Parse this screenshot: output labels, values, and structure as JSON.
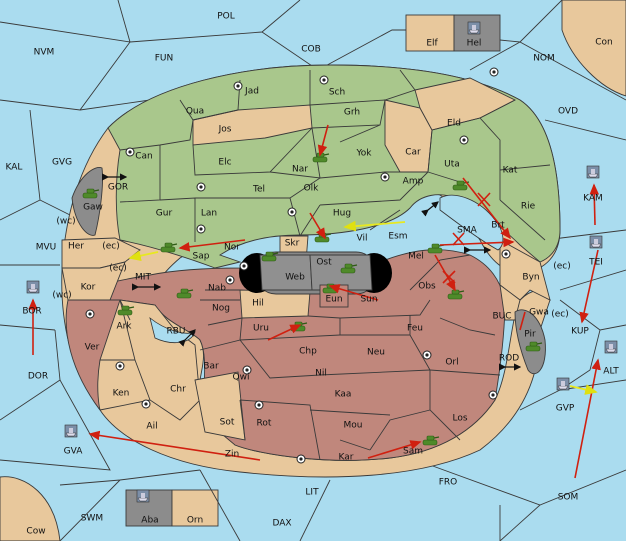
{
  "colors": {
    "sea": "#aadcef",
    "land": "#e8c89c",
    "green": "#a9c78c",
    "red": "#c0877c",
    "grey": "#8c8c8c",
    "arrow": "#d02010",
    "yellow": "#f0f020",
    "unit": "#4f8a2a"
  },
  "labels": {
    "pol": "POL",
    "nvm": "NVM",
    "fun": "FUN",
    "cob": "COB",
    "elf": "Elf",
    "hel": "Hel",
    "nom": "NOM",
    "con": "Con",
    "ovd": "OVD",
    "kal": "KAL",
    "gvg": "GVG",
    "jad": "Jad",
    "sch": "Sch",
    "qua": "Qua",
    "grh": "Grh",
    "jos": "Jos",
    "eld": "Eld",
    "can": "Can",
    "nar": "Nar",
    "yok": "Yok",
    "car": "Car",
    "uta": "Uta",
    "kat": "Kat",
    "elc": "Elc",
    "amp": "Amp",
    "gor": "GOR",
    "tel": "Tel",
    "olk": "Olk",
    "rie": "Rie",
    "kam": "KAM",
    "gaw": "Gaw",
    "gur": "Gur",
    "lan": "Lan",
    "hug": "Hug",
    "sma": "SMA",
    "brt": "Brt",
    "wc1": "(wc)",
    "her": "Her",
    "ec1": "(ec)",
    "nor": "Nor",
    "vil": "Vil",
    "esm": "Esm",
    "mvu": "MVU",
    "sap": "Sap",
    "skr": "Skr",
    "ost": "Ost",
    "mel": "Mel",
    "byn": "Byn",
    "ec2": "(ec)",
    "tei": "TEI",
    "ec3": "(ec)",
    "web": "Web",
    "kor": "Kor",
    "mit": "MIT",
    "wc2": "(wc)",
    "nab": "Nab",
    "obs": "Obs",
    "eun": "Eun",
    "sun": "Sun",
    "bor": "BOR",
    "hil": "Hil",
    "gwa": "Gwa",
    "ec4": "(ec)",
    "buc": "BUC",
    "ark": "Ark",
    "nog": "Nog",
    "kup": "KUP",
    "pir": "Pir",
    "rbu": "RBU",
    "uru": "Uru",
    "feu": "Feu",
    "ver": "Ver",
    "chp": "Chp",
    "neu": "Neu",
    "orl": "Orl",
    "rod": "ROD",
    "bar": "Bar",
    "alt": "ALT",
    "dor": "DOR",
    "qwi": "Qwi",
    "nil": "Nil",
    "ken": "Ken",
    "chr": "Chr",
    "kaa": "Kaa",
    "gvp": "GVP",
    "los": "Los",
    "sot": "Sot",
    "rot": "Rot",
    "ail": "Ail",
    "mou": "Mou",
    "gva": "GVA",
    "zin": "Zin",
    "kar": "Kar",
    "sam": "Sam",
    "fro": "FRO",
    "som": "SOM",
    "lit": "LIT",
    "swm": "SWM",
    "aba": "Aba",
    "orn": "Orn",
    "dax": "DAX",
    "cow": "Cow"
  }
}
